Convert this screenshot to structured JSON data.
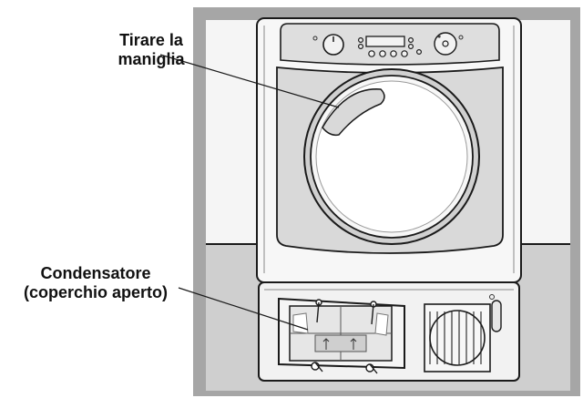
{
  "labels": {
    "handle_line1": "Tirare la",
    "handle_line2": "maniglia",
    "condenser_line1": "Condensatore",
    "condenser_line2": "(coperchio aperto)"
  },
  "colors": {
    "frame": "#a6a6a6",
    "wall": "#f5f5f5",
    "floor": "#cfcfcf",
    "machine_body": "#f7f7f7",
    "front_panel": "#d9d9d9",
    "outline": "#1a1a1a"
  },
  "icons": {
    "control_knob": "dial-knob-icon",
    "mode_dial": "mode-dial-icon",
    "arrow_marks": "up-arrow-icon"
  }
}
